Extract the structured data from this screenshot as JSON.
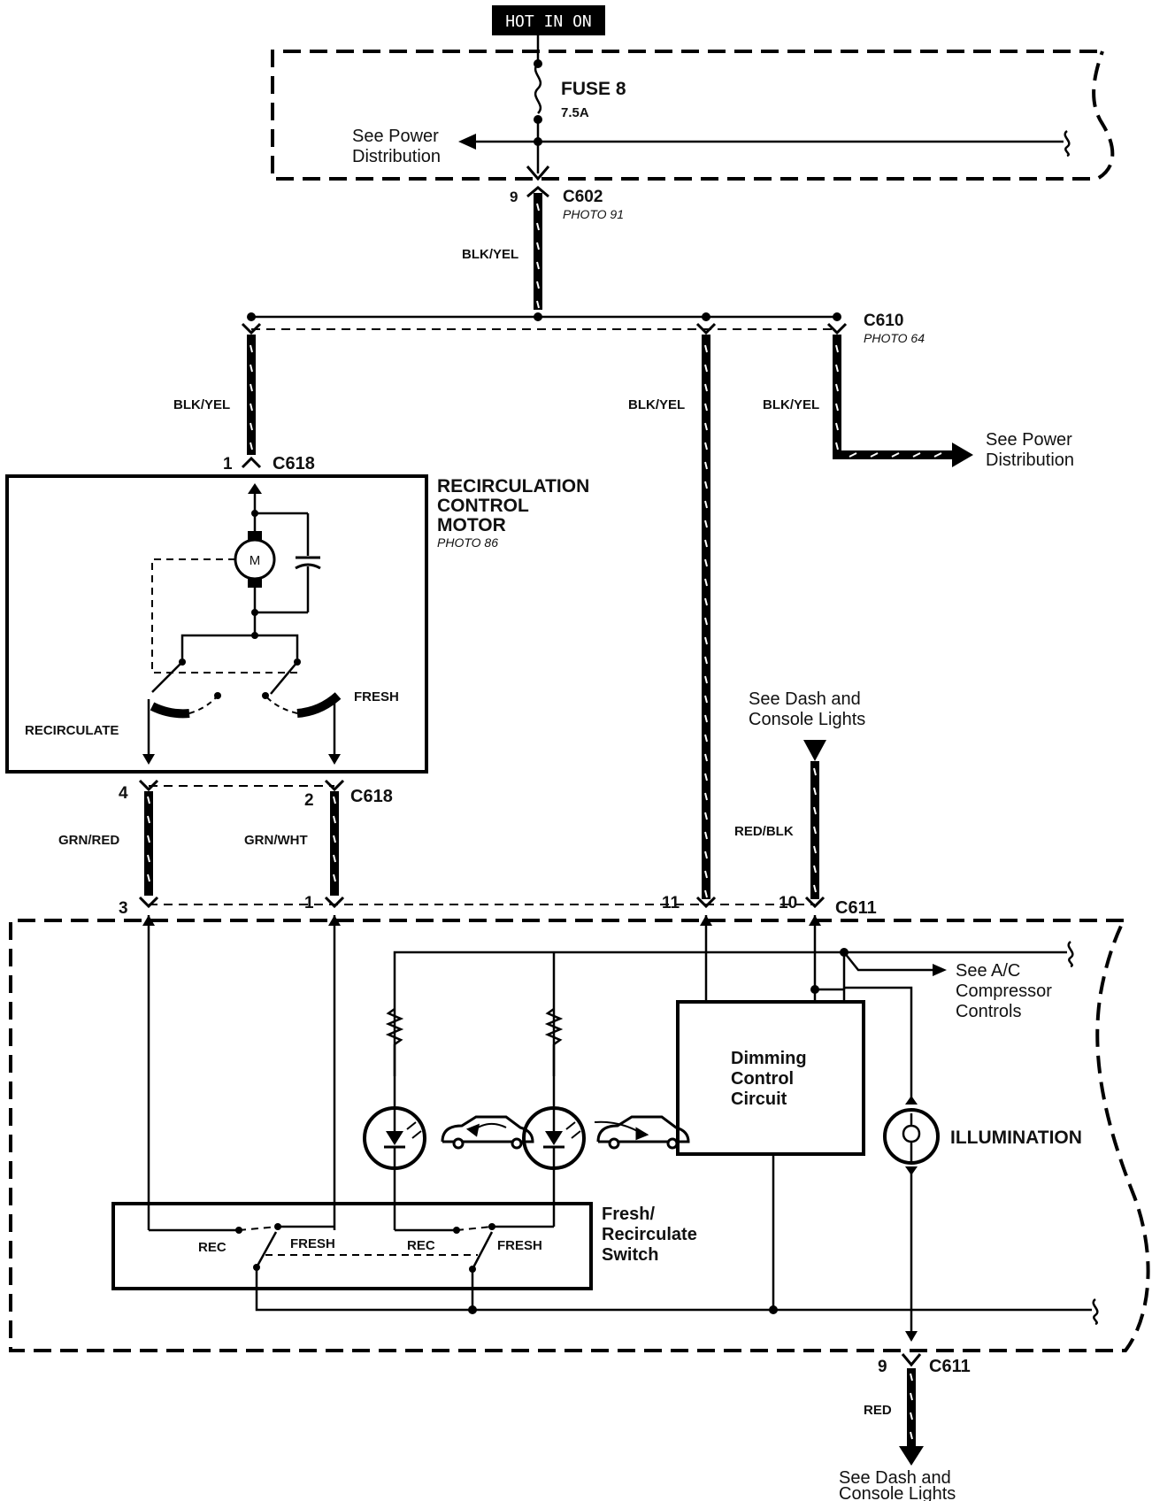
{
  "header": {
    "hot_label": "HOT IN ON"
  },
  "fuse": {
    "name": "FUSE 8",
    "rating": "7.5A"
  },
  "power_distribution_top": {
    "line1": "See Power",
    "line2": "Distribution"
  },
  "power_distribution_right": {
    "line1": "See Power",
    "line2": "Distribution"
  },
  "c602": {
    "pin": "9",
    "name": "C602",
    "photo": "PHOTO 91"
  },
  "c610": {
    "name": "C610",
    "photo": "PHOTO 64"
  },
  "c618_top": {
    "pin": "1",
    "name": "C618"
  },
  "c618_bottom": {
    "pin_left": "4",
    "pin_right": "2",
    "name": "C618"
  },
  "c611_top": {
    "pin_a": "3",
    "pin_b": "1",
    "pin_c": "11",
    "pin_d": "10",
    "name": "C611"
  },
  "c611_bottom": {
    "pin": "9",
    "name": "C611"
  },
  "wires": {
    "main": "BLK/YEL",
    "left": "BLK/YEL",
    "middle": "BLK/YEL",
    "right": "BLK/YEL",
    "grn_red": "GRN/RED",
    "grn_wht": "GRN/WHT",
    "red_blk": "RED/BLK",
    "red": "RED"
  },
  "motor": {
    "title_line1": "RECIRCULATION",
    "title_line2": "CONTROL",
    "title_line3": "MOTOR",
    "photo": "PHOTO 86",
    "symbol": "M",
    "recirculate": "RECIRCULATE",
    "fresh": "FRESH"
  },
  "dash_lights_top": {
    "line1": "See Dash and",
    "line2": "Console Lights"
  },
  "dash_lights_bottom": {
    "line1": "See Dash and",
    "line2": "Console Lights"
  },
  "ac": {
    "line1": "See A/C",
    "line2": "Compressor",
    "line3": "Controls"
  },
  "dimming": {
    "line1": "Dimming",
    "line2": "Control",
    "line3": "Circuit"
  },
  "illumination": "ILLUMINATION",
  "switch": {
    "line1": "Fresh/",
    "line2": "Recirculate",
    "line3": "Switch",
    "rec1": "REC",
    "fresh1": "FRESH",
    "rec2": "REC",
    "fresh2": "FRESH"
  },
  "icons": [
    "fuse-icon",
    "motor-icon",
    "capacitor-icon",
    "led-icon",
    "bulb-icon",
    "car-recirculate-icon",
    "car-fresh-icon",
    "arrow-icon"
  ]
}
